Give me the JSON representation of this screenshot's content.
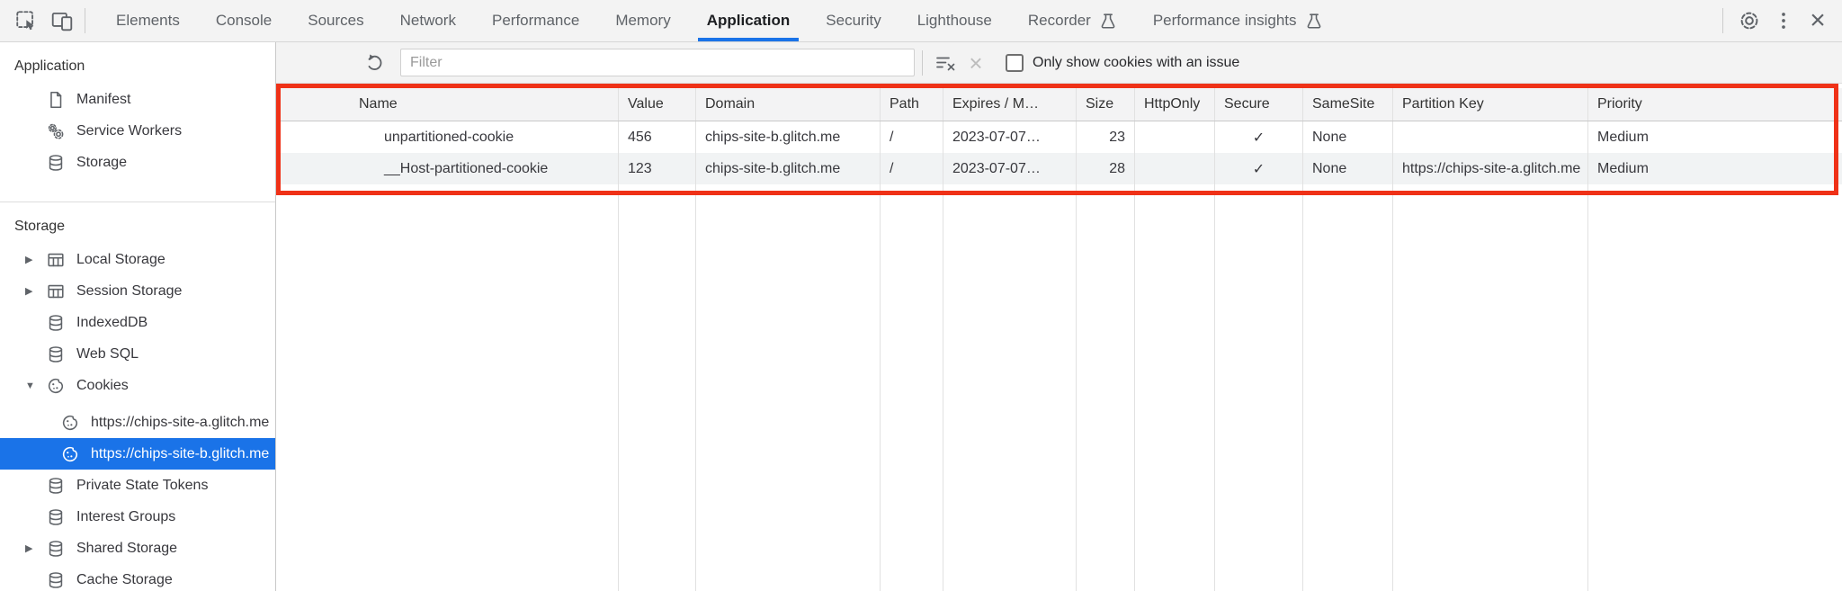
{
  "tabbar": {
    "tabs": [
      {
        "label": "Elements"
      },
      {
        "label": "Console"
      },
      {
        "label": "Sources"
      },
      {
        "label": "Network"
      },
      {
        "label": "Performance"
      },
      {
        "label": "Memory"
      },
      {
        "label": "Application",
        "active": true
      },
      {
        "label": "Security"
      },
      {
        "label": "Lighthouse"
      },
      {
        "label": "Recorder",
        "flask_icon": true
      },
      {
        "label": "Performance insights",
        "flask_icon": true
      }
    ],
    "close_glyph": "×"
  },
  "sidebar": {
    "sections": [
      {
        "title": "Application",
        "items": [
          {
            "icon": "document-icon",
            "label": "Manifest"
          },
          {
            "icon": "service-workers-icon",
            "label": "Service Workers"
          },
          {
            "icon": "database-icon",
            "label": "Storage"
          }
        ]
      },
      {
        "title": "Storage",
        "items": [
          {
            "icon": "table-icon",
            "label": "Local Storage",
            "expander": "collapsed"
          },
          {
            "icon": "table-icon",
            "label": "Session Storage",
            "expander": "collapsed"
          },
          {
            "icon": "database-icon",
            "label": "IndexedDB"
          },
          {
            "icon": "database-icon",
            "label": "Web SQL"
          },
          {
            "icon": "cookie-icon",
            "label": "Cookies",
            "expander": "expanded"
          },
          {
            "icon": "cookie-icon",
            "label": "https://chips-site-a.glitch.me",
            "child": true
          },
          {
            "icon": "cookie-icon",
            "label": "https://chips-site-b.glitch.me",
            "child": true,
            "selected": true
          },
          {
            "icon": "database-icon",
            "label": "Private State Tokens"
          },
          {
            "icon": "database-icon",
            "label": "Interest Groups"
          },
          {
            "icon": "database-icon",
            "label": "Shared Storage",
            "expander": "collapsed"
          },
          {
            "icon": "database-icon",
            "label": "Cache Storage"
          }
        ]
      }
    ],
    "expanders": {
      "collapsed": "▶",
      "expanded": "▼"
    }
  },
  "toolbar": {
    "filter_placeholder": "Filter",
    "only_issue_label": "Only show cookies with an issue",
    "checkbox_checked": false,
    "clear_x_glyph": "×"
  },
  "cookie_table": {
    "columns": [
      {
        "label": "Name"
      },
      {
        "label": "Value"
      },
      {
        "label": "Domain"
      },
      {
        "label": "Path"
      },
      {
        "label": "Expires / M…"
      },
      {
        "label": "Size"
      },
      {
        "label": "HttpOnly"
      },
      {
        "label": "Secure"
      },
      {
        "label": "SameSite"
      },
      {
        "label": "Partition Key"
      },
      {
        "label": "Priority"
      }
    ],
    "rows": [
      {
        "cells": [
          "unpartitioned-cookie",
          "456",
          "chips-site-b.glitch.me",
          "/",
          "2023-07-07…",
          "23",
          "",
          "✓",
          "None",
          "",
          "Medium"
        ]
      },
      {
        "cells": [
          "__Host-partitioned-cookie",
          "123",
          "chips-site-b.glitch.me",
          "/",
          "2023-07-07…",
          "28",
          "",
          "✓",
          "None",
          "https://chips-site-a.glitch.me",
          "Medium"
        ]
      }
    ]
  },
  "annotation": {
    "shape": "red-rectangle",
    "color": "#ef3117"
  },
  "colors": {
    "accent_blue": "#1a73e8",
    "selection_bg": "#1a73e8",
    "toolbar_bg": "#f3f3f3",
    "row_stripe": "#f1f3f4",
    "annotation_red": "#ef3117",
    "icon_gray": "#5f6368"
  }
}
